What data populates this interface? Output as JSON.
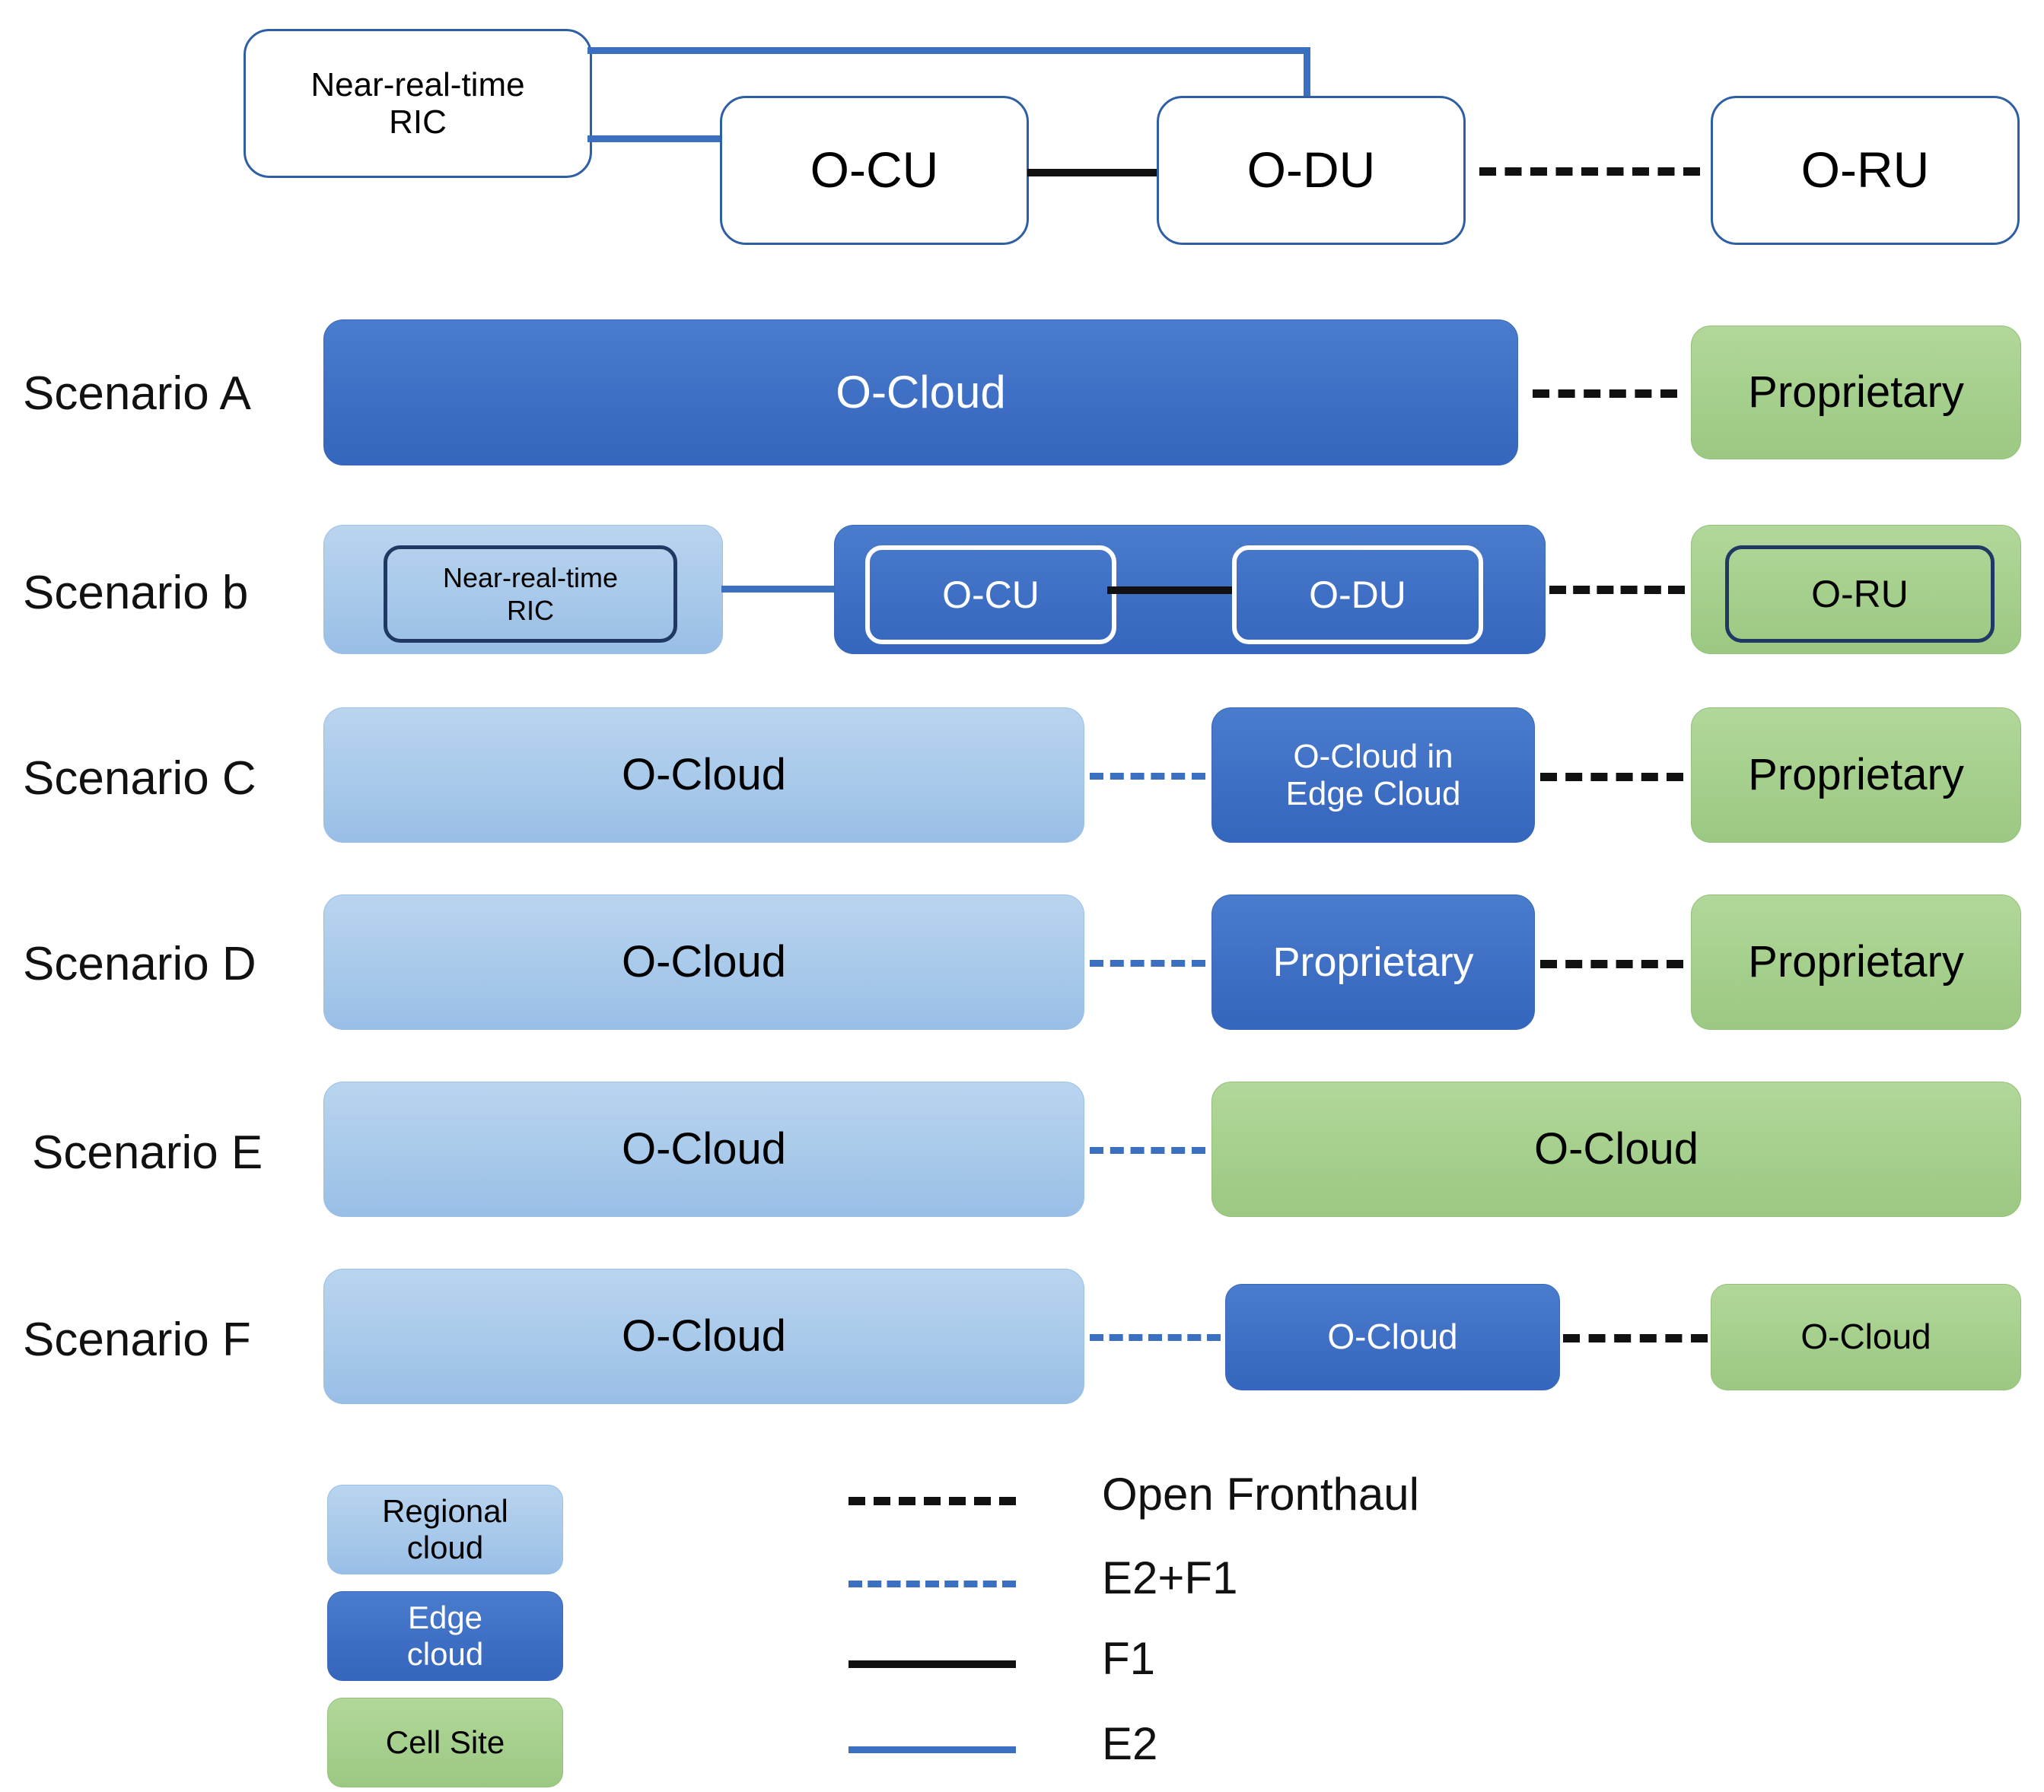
{
  "architecture_row": {
    "nodes": [
      {
        "id": "ric",
        "label": "Near-real-time\nRIC"
      },
      {
        "id": "ocu",
        "label": "O-CU"
      },
      {
        "id": "odu",
        "label": "O-DU"
      },
      {
        "id": "oru",
        "label": "O-RU"
      }
    ],
    "links": [
      {
        "from": "ric",
        "to": "odu",
        "type": "E2"
      },
      {
        "from": "ric",
        "to": "ocu",
        "type": "E2"
      },
      {
        "from": "ocu",
        "to": "odu",
        "type": "F1"
      },
      {
        "from": "odu",
        "to": "oru",
        "type": "Open Fronthaul"
      }
    ]
  },
  "scenarios": [
    {
      "label": "Scenario A",
      "blocks": [
        {
          "text": "O-Cloud",
          "fill": "edge"
        },
        {
          "text": "Proprietary",
          "fill": "cell"
        }
      ],
      "links": [
        "Open Fronthaul"
      ]
    },
    {
      "label": "Scenario b",
      "blocks": [
        {
          "text": "",
          "fill": "region",
          "inner": [
            {
              "text": "Near-real-time\nRIC"
            }
          ]
        },
        {
          "text": "",
          "fill": "edge",
          "inner": [
            {
              "text": "O-CU"
            },
            {
              "text": "O-DU"
            }
          ]
        },
        {
          "text": "",
          "fill": "cell",
          "inner": [
            {
              "text": "O-RU"
            }
          ]
        }
      ],
      "links": [
        "E2",
        "F1",
        "Open Fronthaul"
      ]
    },
    {
      "label": "Scenario C",
      "blocks": [
        {
          "text": "O-Cloud",
          "fill": "region"
        },
        {
          "text": "O-Cloud in\nEdge Cloud",
          "fill": "edge"
        },
        {
          "text": "Proprietary",
          "fill": "cell"
        }
      ],
      "links": [
        "E2+F1",
        "Open Fronthaul"
      ]
    },
    {
      "label": "Scenario D",
      "blocks": [
        {
          "text": "O-Cloud",
          "fill": "region"
        },
        {
          "text": "Proprietary",
          "fill": "edge"
        },
        {
          "text": "Proprietary",
          "fill": "cell"
        }
      ],
      "links": [
        "E2+F1",
        "Open Fronthaul"
      ]
    },
    {
      "label": "Scenario E",
      "blocks": [
        {
          "text": "O-Cloud",
          "fill": "region"
        },
        {
          "text": "O-Cloud",
          "fill": "cell"
        }
      ],
      "links": [
        "E2+F1"
      ]
    },
    {
      "label": "Scenario F",
      "blocks": [
        {
          "text": "O-Cloud",
          "fill": "region"
        },
        {
          "text": "O-Cloud",
          "fill": "edge"
        },
        {
          "text": "O-Cloud",
          "fill": "cell"
        }
      ],
      "links": [
        "E2+F1",
        "Open Fronthaul"
      ]
    }
  ],
  "legend": {
    "swatches": [
      {
        "text": "Regional\ncloud",
        "fill": "region"
      },
      {
        "text": "Edge\ncloud",
        "fill": "edge"
      },
      {
        "text": "Cell Site",
        "fill": "cell"
      }
    ],
    "lines": [
      {
        "label": "Open Fronthaul",
        "style": "dashed-black"
      },
      {
        "label": "E2+F1",
        "style": "dashdot-blue"
      },
      {
        "label": "F1",
        "style": "solid-black"
      },
      {
        "label": "E2",
        "style": "solid-blue"
      }
    ]
  },
  "colors": {
    "edge_cloud": "#3f6fc4",
    "regional_cloud": "#a8c9ea",
    "cell_site": "#a5cf8c",
    "e2_line": "#3b6fc0",
    "f1_line": "#111111",
    "arch_border": "#2E5FA3",
    "inner_navy": "#1F3864"
  }
}
